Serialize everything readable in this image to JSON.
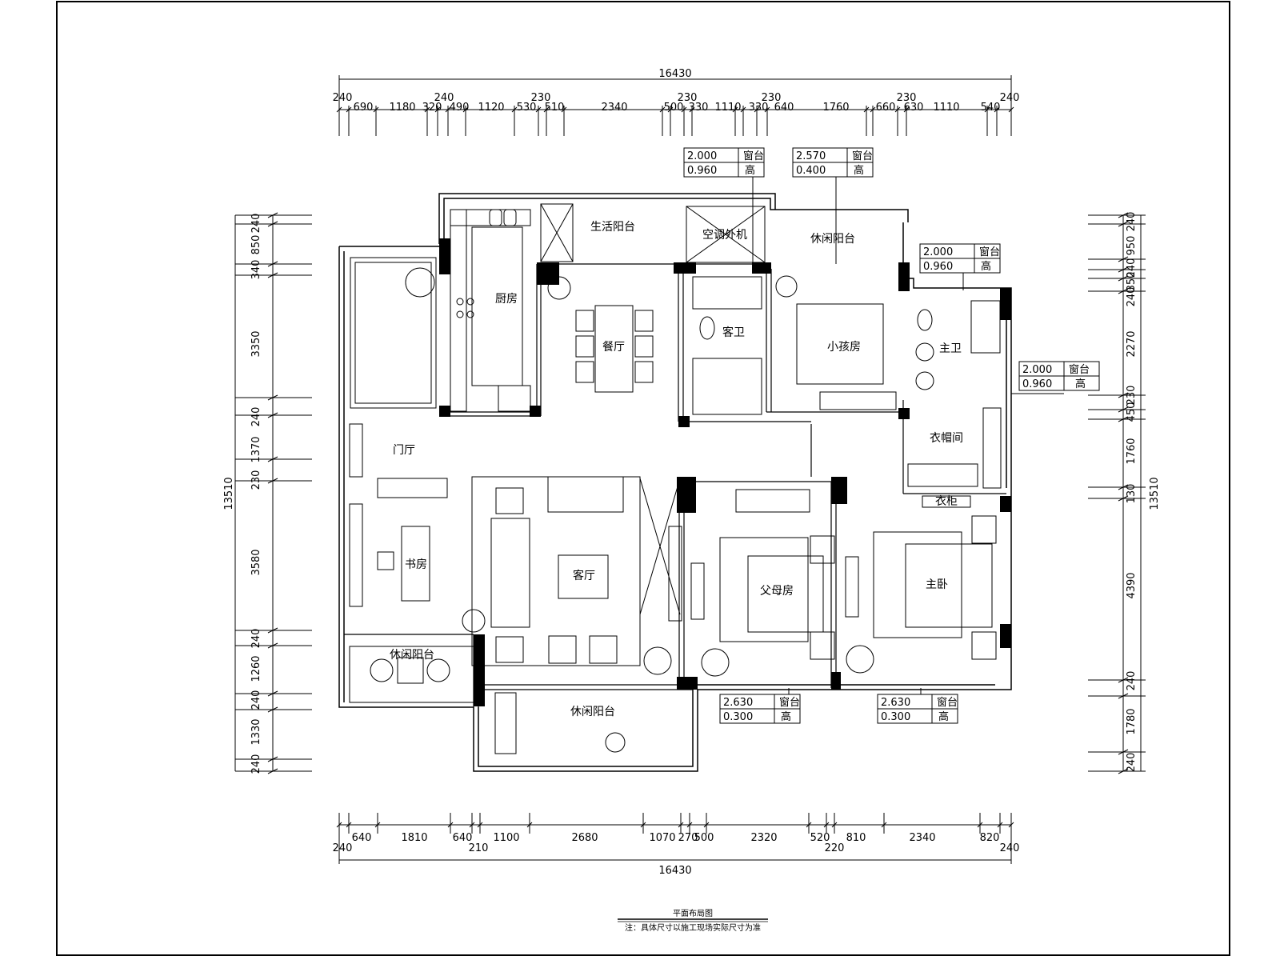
{
  "overall": {
    "top_total": "16430",
    "bottom_total": "16430",
    "left_total": "13510",
    "right_total": "13510"
  },
  "dims_top_row1": [
    "240",
    "240",
    "230",
    "230",
    "230",
    "230",
    "240"
  ],
  "dims_top_row2": [
    "690",
    "1180",
    "320",
    "490",
    "1120",
    "530",
    "510",
    "2340",
    "500",
    "330",
    "1110",
    "330",
    "640",
    "1760",
    "660",
    "630",
    "1110",
    "540"
  ],
  "dims_bottom_row1": [
    "640",
    "1810",
    "640",
    "1100",
    "2680",
    "1070",
    "270",
    "500",
    "2320",
    "520",
    "810",
    "2340",
    "820"
  ],
  "dims_bottom_row2": [
    "240",
    "210",
    "220",
    "240"
  ],
  "dims_left": [
    "240",
    "850",
    "340",
    "3350",
    "240",
    "1370",
    "230",
    "3580",
    "240",
    "1260",
    "240",
    "1330",
    "240"
  ],
  "dims_right": [
    "240",
    "950",
    "240",
    "350",
    "240",
    "2270",
    "230",
    "450",
    "1760",
    "130",
    "4390",
    "240",
    "1780",
    "240"
  ],
  "rooms": {
    "kitchen": "厨房",
    "living_balcony": "生活阳台",
    "ac_unit": "空调外机",
    "dining": "餐厅",
    "guest_wc": "客卫",
    "kids_room": "小孩房",
    "kids_balcony": "休闲阳台",
    "master_wc": "主卫",
    "cloakroom": "衣帽间",
    "foyer": "门厅",
    "study": "书房",
    "living": "客厅",
    "parents_room": "父母房",
    "master_bedroom": "主卧",
    "study_balcony": "休闲阳台",
    "leisure_balcony": "休闲阳台",
    "wardrobe_mark": "衣柜"
  },
  "window_tags": [
    {
      "v1": "2.000",
      "l1": "窗台",
      "v2": "0.960",
      "l2": "高"
    },
    {
      "v1": "2.570",
      "l1": "窗台",
      "v2": "0.400",
      "l2": "高"
    },
    {
      "v1": "2.000",
      "l1": "窗台",
      "v2": "0.960",
      "l2": "高"
    },
    {
      "v1": "2.000",
      "l1": "窗台",
      "v2": "0.960",
      "l2": "高"
    },
    {
      "v1": "2.630",
      "l1": "窗台",
      "v2": "0.300",
      "l2": "高"
    },
    {
      "v1": "2.630",
      "l1": "窗台",
      "v2": "0.300",
      "l2": "高"
    }
  ],
  "title_block": {
    "title": "平面布局图",
    "note": "注：具体尺寸以施工现场实际尺寸为准"
  }
}
